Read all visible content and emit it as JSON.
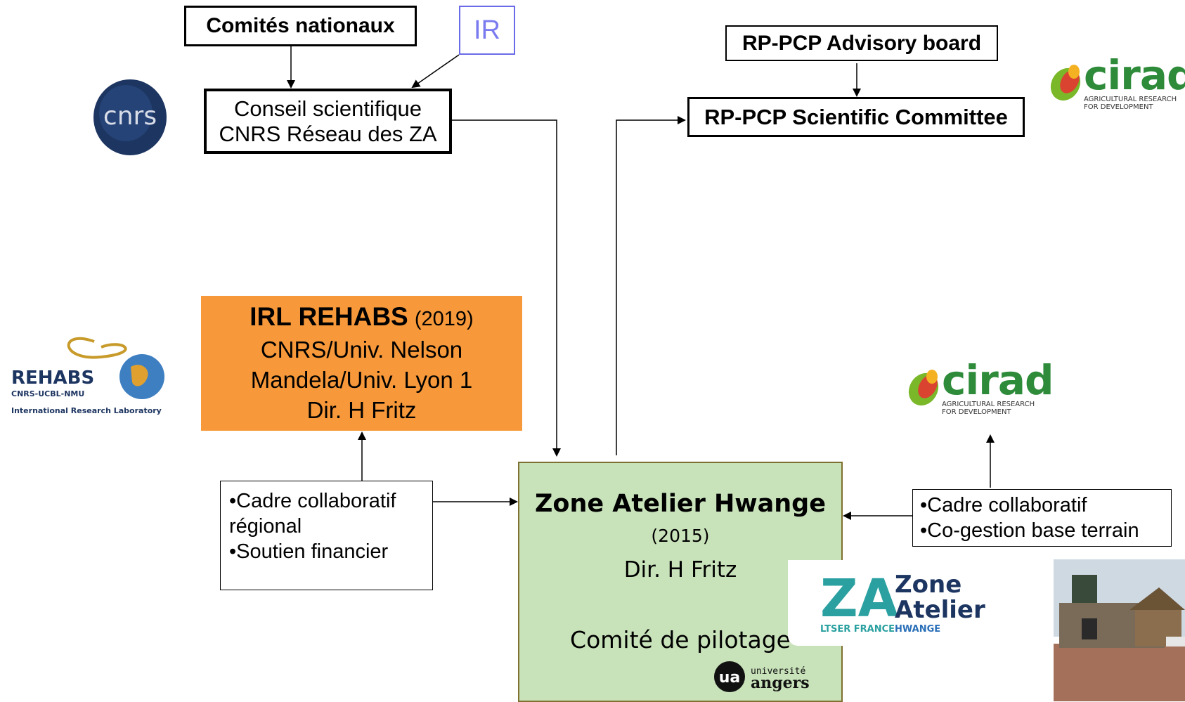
{
  "boxes": {
    "comites": "Comités nationaux",
    "ir": "IR",
    "conseil": [
      "Conseil scientifique",
      "CNRS Réseau des ZA"
    ],
    "advisory": "RP-PCP Advisory board",
    "scientific_committee": "RP-PCP Scientific Committee",
    "rehabs": {
      "title": "IRL REHABS",
      "year": "(2019)",
      "lines": [
        "CNRS/Univ. Nelson",
        "Mandela/Univ. Lyon 1",
        "Dir. H Fritz"
      ]
    },
    "cadre_left": [
      "•Cadre collaboratif",
      "régional",
      "•Soutien financier"
    ],
    "zone_atelier": {
      "title": "Zone Atelier Hwange",
      "year": "(2015)",
      "director": "Dir. H Fritz",
      "pilotage": "Comité de pilotage"
    },
    "cadre_right": [
      "•Cadre collaboratif",
      "•Co-gestion base terrain"
    ]
  },
  "logos": {
    "cnrs": "cnrs",
    "cirad_word": "cirad",
    "cirad_tag": [
      "AGRICULTURAL RESEARCH",
      "FOR DEVELOPMENT"
    ],
    "rehabs_word": "REHABS",
    "rehabs_sub": "CNRS-UCBL-NMU",
    "rehabs_lab": "International Research Laboratory",
    "za_mark": "ZA",
    "za_name": [
      "Zone",
      "Atelier"
    ],
    "za_ltser": "LTSER FRANCE",
    "za_hwange": "HWANGE",
    "angers_mark": "ua",
    "angers_text": [
      "université",
      "angers"
    ]
  },
  "colors": {
    "rehabs_fill": "#f7993a",
    "za_fill": "#c8e2ba",
    "ir_border": "#6b6be8",
    "cirad_green": "#2e8b3a",
    "cnrs_blue": "#1d3561"
  }
}
